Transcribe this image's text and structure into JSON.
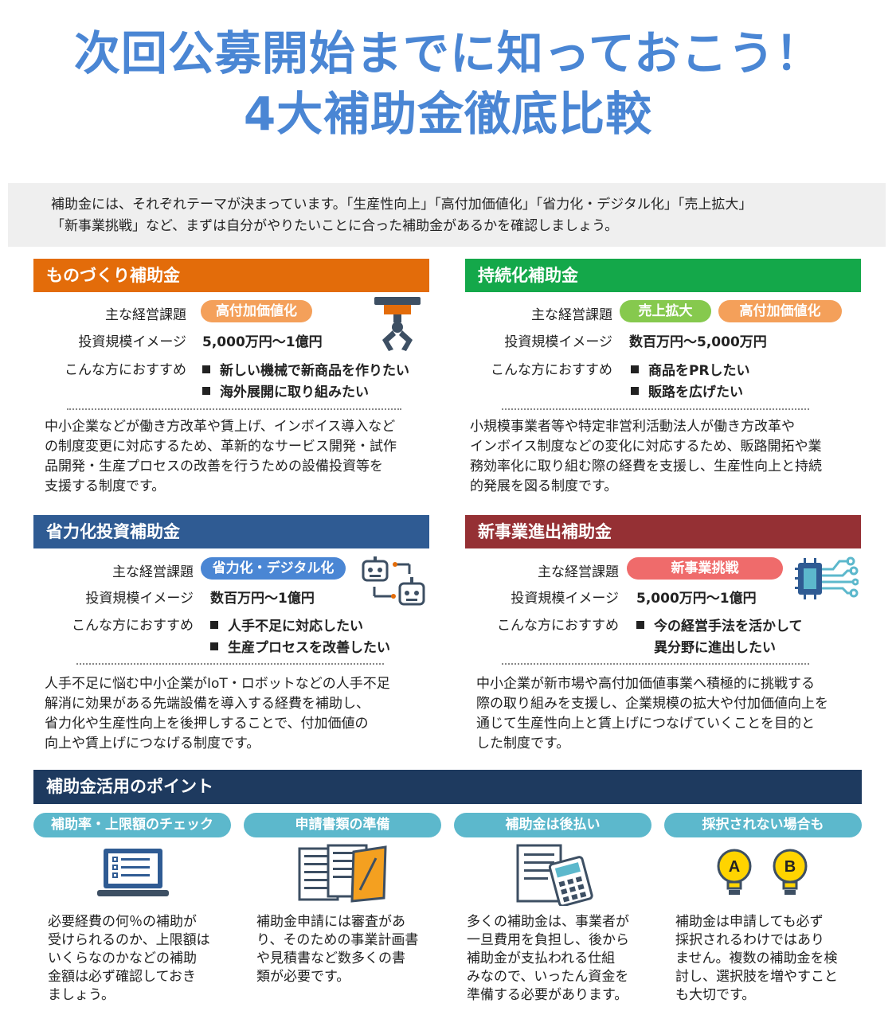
{
  "title": {
    "line1": "次回公募開始までに知っておこう！",
    "line2": "4大補助金徹底比較"
  },
  "intro": {
    "line1": "補助金には、それぞれテーマが決まっています。「生産性向上」「高付加価値化」「省力化・デジタル化」「売上拡大」",
    "line2": "「新事業挑戦」など、まずは自分がやりたいことに合った補助金があるかを確認しましょう。"
  },
  "labels": {
    "issue": "主な経営課題",
    "scale": "投資規模イメージ",
    "recommend": "こんな方におすすめ"
  },
  "cards": [
    {
      "name": "ものづくり補助金",
      "color": "#e36c0a",
      "tags": [
        {
          "text": "高付加価値化",
          "color": "#f4a05a"
        }
      ],
      "scale": "5,000万円～1億円",
      "bullets": [
        "新しい機械で新商品を作りたい",
        "海外展開に取り組みたい"
      ],
      "desc": [
        "中小企業などが働き方改革や賃上げ、インボイス導入など",
        "の制度変更に対応するため、革新的なサービス開発・試作",
        "品開発・生産プロセスの改善を行うための設備投資等を",
        "支援する制度です。"
      ],
      "icon": "robot-arm-icon"
    },
    {
      "name": "持続化補助金",
      "color": "#14a84a",
      "tags": [
        {
          "text": "売上拡大",
          "color": "#86c94e"
        },
        {
          "text": "高付加価値化",
          "color": "#f4a05a"
        }
      ],
      "scale": "数百万円～5,000万円",
      "bullets": [
        "商品をPRしたい",
        "販路を広げたい"
      ],
      "desc": [
        "小規模事業者等や特定非営利活動法人が働き方改革や",
        "インボイス制度などの変化に対応するため、販路開拓や業",
        "務効率化に取り組む際の経費を支援し、生産性向上と持続",
        "的発展を図る制度です。"
      ]
    },
    {
      "name": "省力化投資補助金",
      "color": "#2f5b93",
      "tags": [
        {
          "text": "省力化・デジタル化",
          "color": "#4a86d4"
        }
      ],
      "scale": "数百万円～1億円",
      "bullets": [
        "人手不足に対応したい",
        "生産プロセスを改善したい"
      ],
      "desc": [
        "人手不足に悩む中小企業がIoT・ロボットなどの人手不足",
        "解消に効果がある先端設備を導入する経費を補助し、",
        "省力化や生産性向上を後押しすることで、付加価値の",
        "向上や賃上げにつなげる制度です。"
      ],
      "icon": "robots-icon"
    },
    {
      "name": "新事業進出補助金",
      "color": "#953034",
      "tags": [
        {
          "text": "新事業挑戦",
          "color": "#ef6b6b"
        }
      ],
      "scale": "5,000万円～1億円",
      "bullets": [
        "今の経営手法を活かして",
        "異分野に進出したい"
      ],
      "desc": [
        "中小企業が新市場や高付加価値事業へ積極的に挑戦する",
        "際の取り組みを支援し、企業規模の拡大や付加価値向上を",
        "通じて生産性向上と賃上げにつなげていくことを目的と",
        "した制度です。"
      ],
      "icon": "chip-icon"
    }
  ],
  "points": {
    "header": "補助金活用のポイント",
    "items": [
      {
        "tab": "補助率・上限額のチェック",
        "icon": "laptop-checklist-icon",
        "desc": [
          "必要経費の何％の補助が",
          "受けられるのか、上限額は",
          "いくらなのかなどの補助",
          "金額は必ず確認しておき",
          "ましょう。"
        ]
      },
      {
        "tab": "申請書類の準備",
        "icon": "documents-icon",
        "desc": [
          "補助金申請には審査があ",
          "り、そのための事業計画書",
          "や見積書など数多くの書",
          "類が必要です。"
        ]
      },
      {
        "tab": "補助金は後払い",
        "icon": "document-calculator-icon",
        "desc": [
          "多くの補助金は、事業者が",
          "一旦費用を負担し、後から",
          "補助金が支払われる仕組",
          "みなので、いったん資金を",
          "準備する必要があります。"
        ]
      },
      {
        "tab": "採択されない場合も",
        "icon": "lightbulb-ab-icon",
        "bulb_a": "A",
        "bulb_b": "B",
        "desc": [
          "補助金は申請しても必ず",
          "採択されるわけではあり",
          "ません。複数の補助金を検",
          "討し、選択肢を増やすこと",
          "も大切です。"
        ]
      }
    ]
  }
}
